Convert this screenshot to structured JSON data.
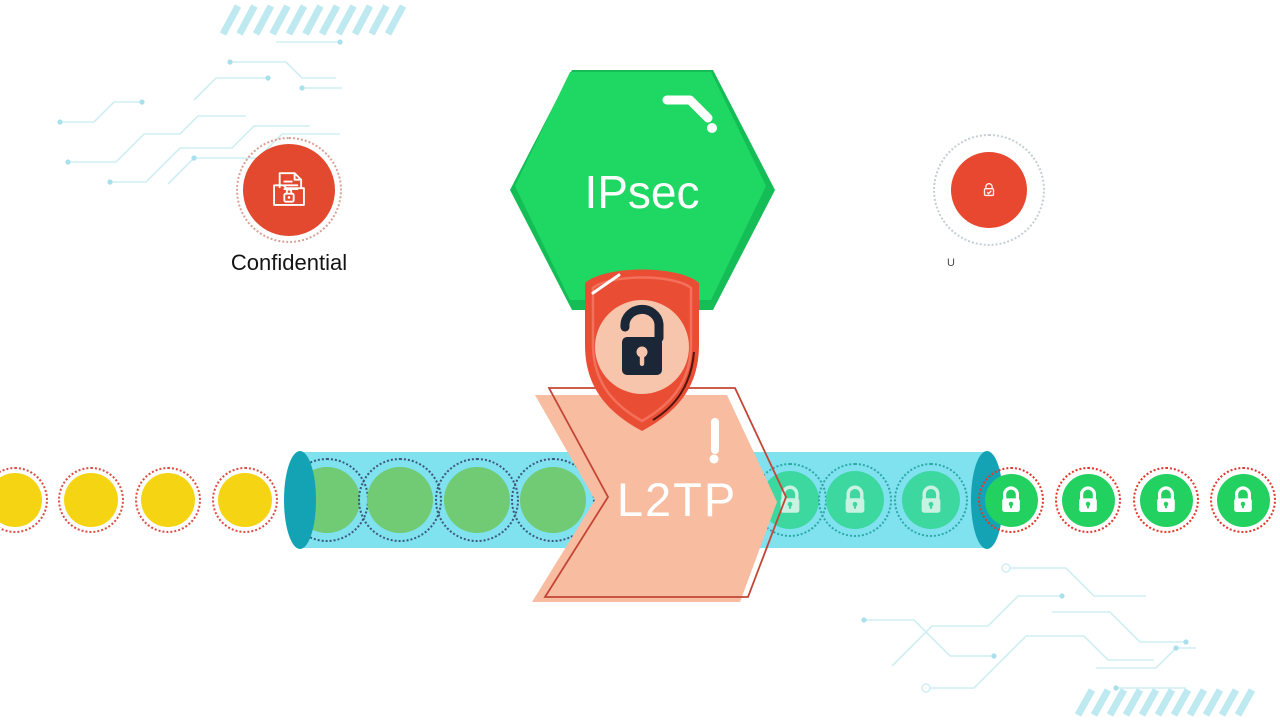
{
  "diagram": {
    "ipsec": {
      "label": "IPsec"
    },
    "l2tp": {
      "label": "L2TP"
    },
    "confidential": {
      "label": "Confidential"
    },
    "right_note": {
      "label": "U"
    },
    "packets": {
      "unencrypted_yellow_count": 4,
      "encapsulated_green_count": 4,
      "encrypted_in_tunnel_count": 3,
      "encrypted_delivered_count": 4
    }
  },
  "icons": [
    "locked-document-icon",
    "lock-icon",
    "open-lock-icon",
    "exclamation-icon",
    "circuit-trace-decoration",
    "diagonal-stripes-decoration"
  ],
  "colors": {
    "hexagon_green": "#1fd863",
    "hexagon_green_dark": "#14bd55",
    "shield_red": "#e94e35",
    "shield_inner_peach": "#f6c5ac",
    "lock_navy": "#1b2737",
    "arrow_peach": "#f8bda1",
    "arrow_outline_red": "#c44536",
    "tunnel_cyan": "#80e1ef",
    "tunnel_cap_teal": "#13a3b4",
    "packet_yellow": "#f5d414",
    "packet_green": "#71ca74",
    "packet_teal_green": "#3cd8a0",
    "packet_bright_green": "#23d160",
    "badge_red": "#e2492f",
    "circuit_cyan": "#cfeef4",
    "stripe_cyan": "#bee9f0"
  }
}
